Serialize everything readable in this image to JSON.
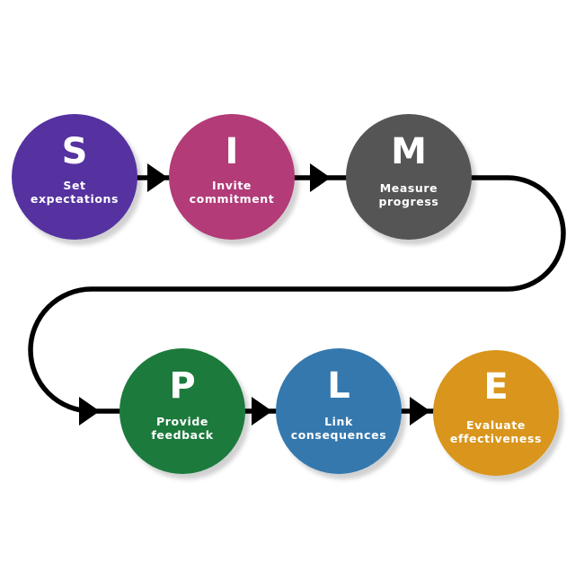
{
  "diagram": {
    "connector_color": "#000000",
    "steps": [
      {
        "letter": "S",
        "line1": "Set",
        "line2": "expectations",
        "color": "#5533a0"
      },
      {
        "letter": "I",
        "line1": "Invite",
        "line2": "commitment",
        "color": "#b23a78"
      },
      {
        "letter": "M",
        "line1": "Measure",
        "line2": "progress",
        "color": "#555555"
      },
      {
        "letter": "P",
        "line1": "Provide",
        "line2": "feedback",
        "color": "#1c7a3c"
      },
      {
        "letter": "L",
        "line1": "Link",
        "line2": "consequences",
        "color": "#3478ad"
      },
      {
        "letter": "E",
        "line1": "Evaluate",
        "line2": "effectiveness",
        "color": "#d9951c"
      }
    ]
  }
}
